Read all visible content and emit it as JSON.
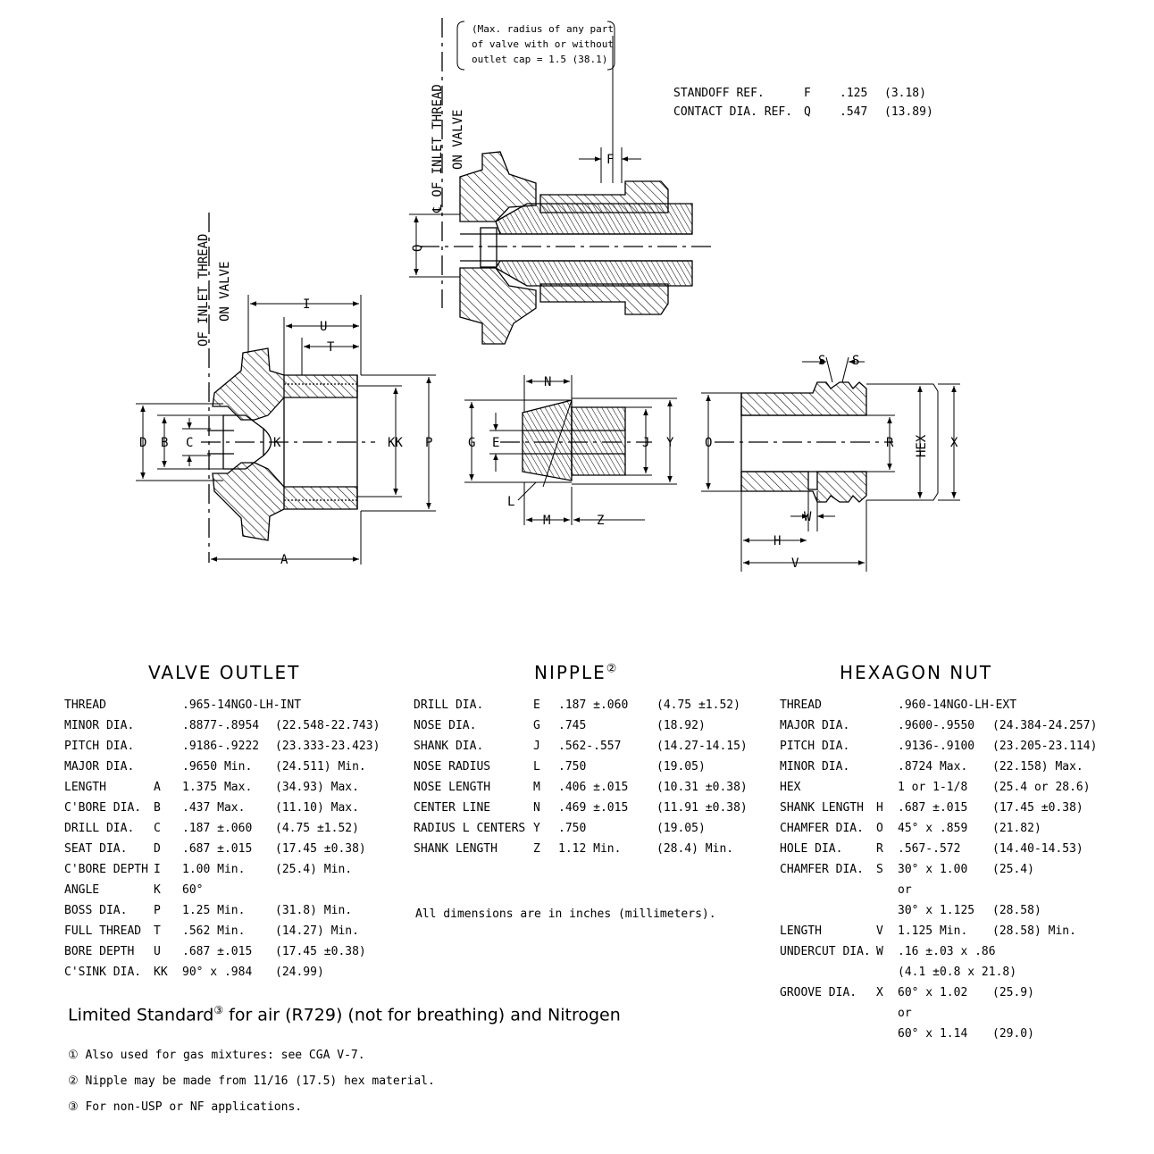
{
  "drawing_labels": {
    "radius_note": [
      "(Max. radius of any part",
      "of valve with or without",
      "outlet cap = 1.5 (38.1)"
    ],
    "inlet_thread_top": [
      "℄ OF INLET THREAD",
      "ON VALVE"
    ],
    "inlet_thread_left": [
      "OF INLET THREAD",
      "ON VALVE"
    ],
    "dims": {
      "F": "F",
      "Q": "Q",
      "I": "I",
      "U": "U",
      "T": "T",
      "D": "D",
      "B": "B",
      "C": "C",
      "K": "K",
      "KK": "KK",
      "P": "P",
      "A": "A",
      "N": "N",
      "G": "G",
      "E": "E",
      "J": "J",
      "Y": "Y",
      "L": "L",
      "M": "M",
      "Z": "Z",
      "S1": "S",
      "S2": "S",
      "O": "O",
      "R": "R",
      "HEX": "HEX",
      "X": "X",
      "W": "W",
      "H": "H",
      "V": "V"
    }
  },
  "reference": [
    {
      "name": "STANDOFF REF.",
      "code": "F",
      "in": ".125",
      "mm": "(3.18)"
    },
    {
      "name": "CONTACT DIA. REF.",
      "code": "Q",
      "in": ".547",
      "mm": "(13.89)"
    }
  ],
  "sections": {
    "valve_outlet": {
      "title": "VALVE  OUTLET",
      "rows": [
        {
          "name": "THREAD",
          "code": "",
          "in": ".965-14NGO-LH-INT",
          "mm": ""
        },
        {
          "name": "MINOR DIA.",
          "code": "",
          "in": ".8877-.8954",
          "mm": "(22.548-22.743)"
        },
        {
          "name": "PITCH DIA.",
          "code": "",
          "in": ".9186-.9222",
          "mm": "(23.333-23.423)"
        },
        {
          "name": "MAJOR DIA.",
          "code": "",
          "in": ".9650 Min.",
          "mm": "(24.511) Min."
        },
        {
          "name": "LENGTH",
          "code": "A",
          "in": "1.375 Max.",
          "mm": "(34.93) Max."
        },
        {
          "name": "C'BORE DIA.",
          "code": "B",
          "in": ".437 Max.",
          "mm": "(11.10) Max."
        },
        {
          "name": "DRILL DIA.",
          "code": "C",
          "in": ".187 ±.060",
          "mm": "(4.75 ±1.52)"
        },
        {
          "name": "SEAT DIA.",
          "code": "D",
          "in": ".687 ±.015",
          "mm": "(17.45 ±0.38)"
        },
        {
          "name": "C'BORE DEPTH",
          "code": "I",
          "in": "1.00 Min.",
          "mm": "(25.4) Min."
        },
        {
          "name": "ANGLE",
          "code": "K",
          "in": "60°",
          "mm": ""
        },
        {
          "name": "BOSS DIA.",
          "code": "P",
          "in": "1.25 Min.",
          "mm": "(31.8) Min."
        },
        {
          "name": "FULL THREAD",
          "code": "T",
          "in": ".562 Min.",
          "mm": "(14.27) Min."
        },
        {
          "name": "BORE DEPTH",
          "code": "U",
          "in": ".687 ±.015",
          "mm": "(17.45 ±0.38)"
        },
        {
          "name": "C'SINK DIA.",
          "code": "KK",
          "in": "90° x .984",
          "mm": "(24.99)"
        }
      ]
    },
    "nipple": {
      "title": "NIPPLE",
      "title_mark": "②",
      "rows": [
        {
          "name": "DRILL DIA.",
          "code": "E",
          "in": ".187 ±.060",
          "mm": "(4.75 ±1.52)"
        },
        {
          "name": "NOSE DIA.",
          "code": "G",
          "in": ".745",
          "mm": "(18.92)"
        },
        {
          "name": "SHANK DIA.",
          "code": "J",
          "in": ".562-.557",
          "mm": "(14.27-14.15)"
        },
        {
          "name": "NOSE RADIUS",
          "code": "L",
          "in": ".750",
          "mm": "(19.05)"
        },
        {
          "name": "NOSE LENGTH",
          "code": "M",
          "in": ".406 ±.015",
          "mm": "(10.31 ±0.38)"
        },
        {
          "name": "CENTER LINE",
          "code": "N",
          "in": ".469 ±.015",
          "mm": "(11.91 ±0.38)"
        },
        {
          "name": "RADIUS L CENTERS",
          "code": "Y",
          "in": ".750",
          "mm": "(19.05)"
        },
        {
          "name": "SHANK LENGTH",
          "code": "Z",
          "in": "1.12 Min.",
          "mm": "(28.4) Min."
        }
      ],
      "note": "All dimensions are in inches (millimeters)."
    },
    "hexagon_nut": {
      "title": "HEXAGON  NUT",
      "rows": [
        {
          "name": "THREAD",
          "code": "",
          "in": ".960-14NGO-LH-EXT",
          "mm": ""
        },
        {
          "name": "MAJOR DIA.",
          "code": "",
          "in": ".9600-.9550",
          "mm": "(24.384-24.257)"
        },
        {
          "name": "PITCH DIA.",
          "code": "",
          "in": ".9136-.9100",
          "mm": "(23.205-23.114)"
        },
        {
          "name": "MINOR DIA.",
          "code": "",
          "in": ".8724 Max.",
          "mm": "(22.158) Max."
        },
        {
          "name": "HEX",
          "code": "",
          "in": "1 or 1-1/8",
          "mm": "(25.4 or 28.6)"
        },
        {
          "name": "SHANK LENGTH",
          "code": "H",
          "in": ".687 ±.015",
          "mm": "(17.45 ±0.38)"
        },
        {
          "name": "CHAMFER DIA.",
          "code": "O",
          "in": "45° x .859",
          "mm": "(21.82)"
        },
        {
          "name": "HOLE DIA.",
          "code": "R",
          "in": ".567-.572",
          "mm": "(14.40-14.53)"
        },
        {
          "name": "CHAMFER DIA.",
          "code": "S",
          "in": "30° x 1.00",
          "mm": "(25.4)"
        },
        {
          "name": "",
          "code": "",
          "in": "or",
          "mm": ""
        },
        {
          "name": "",
          "code": "",
          "in": "30° x 1.125",
          "mm": "(28.58)"
        },
        {
          "name": "LENGTH",
          "code": "V",
          "in": "1.125 Min.",
          "mm": "(28.58) Min."
        },
        {
          "name": "UNDERCUT DIA.",
          "code": "W",
          "in": ".16 ±.03 x .86",
          "mm": ""
        },
        {
          "name": "",
          "code": "",
          "in": "(4.1 ±0.8 x 21.8)",
          "mm": ""
        },
        {
          "name": "GROOVE DIA.",
          "code": "X",
          "in": "60° x 1.02",
          "mm": "(25.9)"
        },
        {
          "name": "",
          "code": "",
          "in": "or",
          "mm": ""
        },
        {
          "name": "",
          "code": "",
          "in": "60° x 1.14",
          "mm": "(29.0)"
        }
      ]
    }
  },
  "caption": {
    "text1": "Limited Standard",
    "mark": "③",
    "text2": " for air (R729) (not for breathing) and Nitrogen"
  },
  "footnotes": [
    "① Also used for gas mixtures: see CGA V-7.",
    "② Nipple may be made from 11/16 (17.5) hex material.",
    "③ For non-USP or NF applications."
  ]
}
